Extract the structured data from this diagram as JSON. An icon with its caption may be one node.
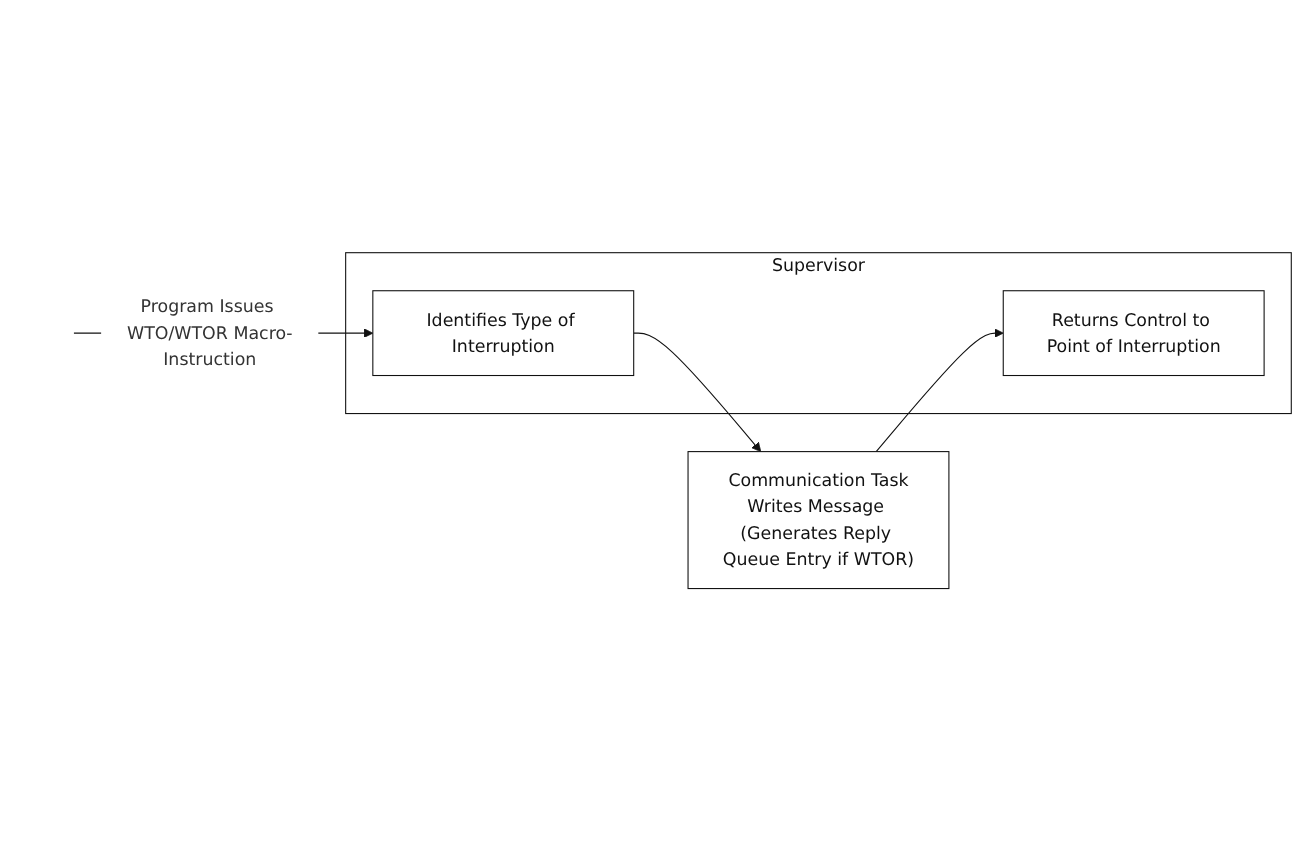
{
  "diagram": {
    "nodes": [
      {
        "text": [
          "Supervisor"
        ]
      },
      {
        "text": [
          "Identifies Type of Interruption"
        ],
        "in": 0
      },
      {
        "text": [
          "Returns Control to Point of Interruption"
        ],
        "in": 0
      },
      {
        "text": [
          "Communication Task",
          "Writes Message (Generates Reply Queue Entry if WTOR)"
        ]
      }
    ],
    "edges": [
      {
        "from": null,
        "to": 1,
        "arrow": "to",
        "label": "Program Issues WTO/WTOR Macro-Instruction"
      },
      {
        "from": 1,
        "to": 3,
        "arrow": "to"
      },
      {
        "from": 3,
        "to": 2,
        "arrow": "to"
      }
    ]
  }
}
